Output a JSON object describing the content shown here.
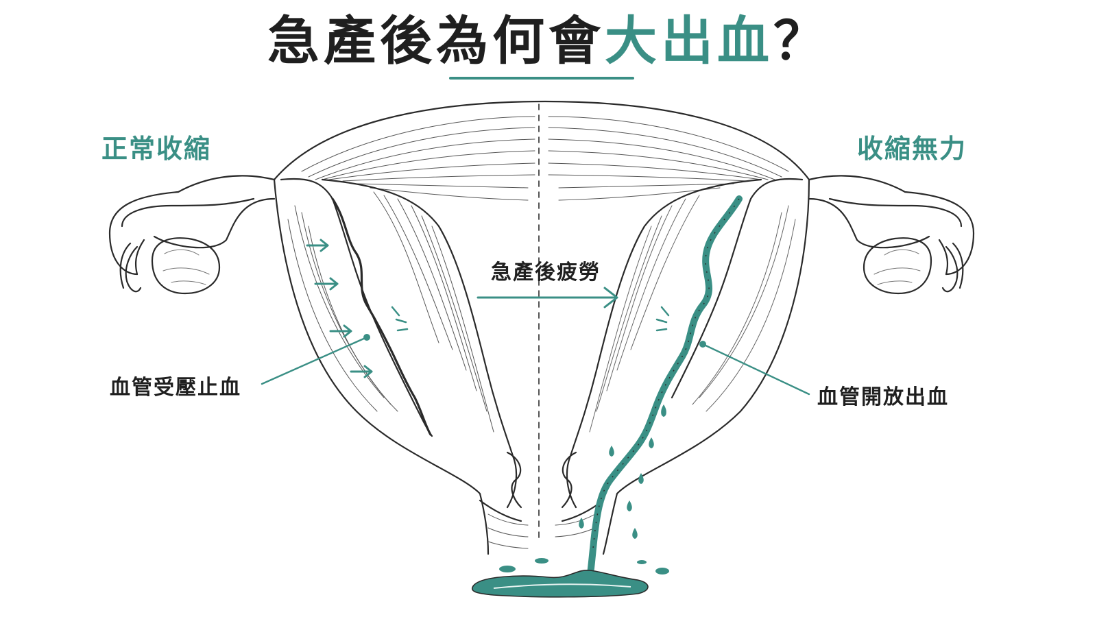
{
  "title": {
    "prefix": "急產後為何會",
    "highlight": "大出血",
    "suffix": "？"
  },
  "labels": {
    "left_heading": "正常收縮",
    "right_heading": "收縮無力",
    "center_arrow": "急產後疲勞",
    "left_callout": "血管受壓止血",
    "right_callout": "血管開放出血"
  },
  "colors": {
    "accent": "#3a8f85",
    "ink": "#1f1f1f",
    "line": "#2a2a2a"
  }
}
